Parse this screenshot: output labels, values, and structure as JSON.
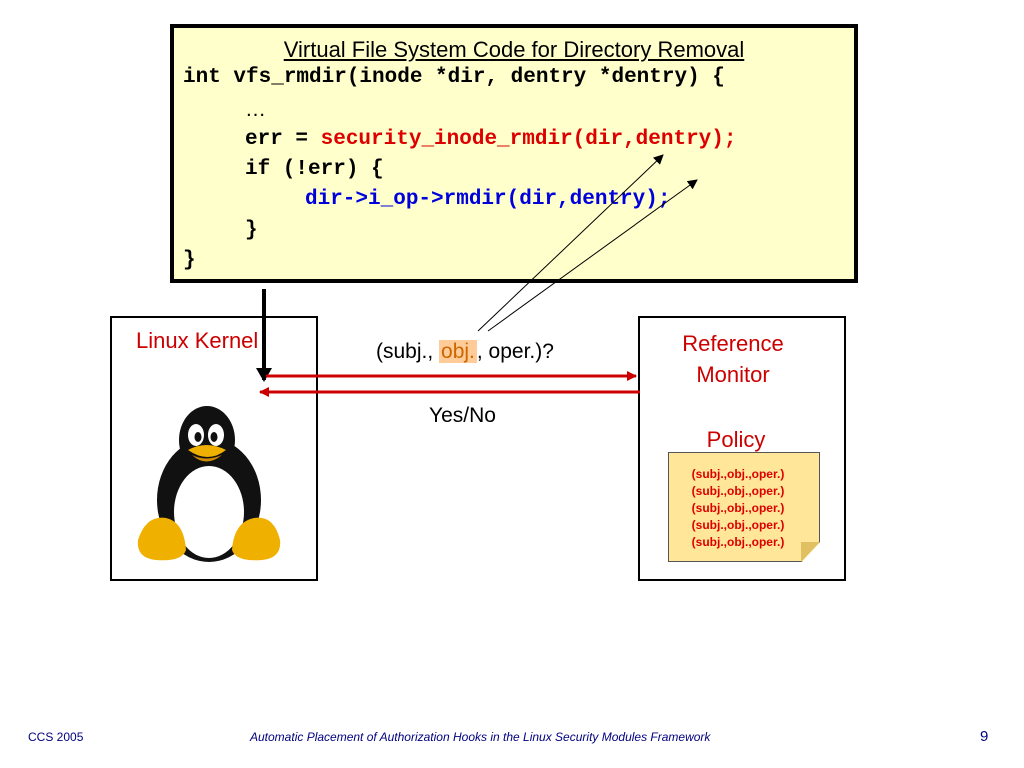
{
  "code": {
    "title": "Virtual File System Code for Directory Removal",
    "line1": "int vfs_rmdir(inode *dir, dentry *dentry) {",
    "line2": "…",
    "line3_prefix": "err = ",
    "line3_call": "security_inode_rmdir(dir,dentry);",
    "line4": "if (!err) {",
    "line5": "dir->i_op->rmdir(dir,dentry);",
    "line6": "}",
    "line7": "}"
  },
  "kernel": {
    "title": "Linux Kernel"
  },
  "monitor": {
    "title_line1": "Reference",
    "title_line2": "Monitor",
    "policy_label": "Policy"
  },
  "query": {
    "before": "(subj., ",
    "obj": "obj.",
    "after": ", oper.)?"
  },
  "answer": "Yes/No",
  "policy_rows": [
    "(subj.,obj.,oper.)",
    "(subj.,obj.,oper.)",
    "(subj.,obj.,oper.)",
    "(subj.,obj.,oper.)",
    "(subj.,obj.,oper.)"
  ],
  "footer": {
    "left": "CCS 2005",
    "center": "Automatic Placement of Authorization Hooks in the Linux Security Modules Framework",
    "page_number": "9"
  },
  "colors": {
    "code_background": "#ffffcc",
    "highlight_red": "#dd0000",
    "code_blue": "#0000dd",
    "obj_highlight": "#ffcc99",
    "policy_note": "#ffe699",
    "footer_text": "#000080"
  }
}
